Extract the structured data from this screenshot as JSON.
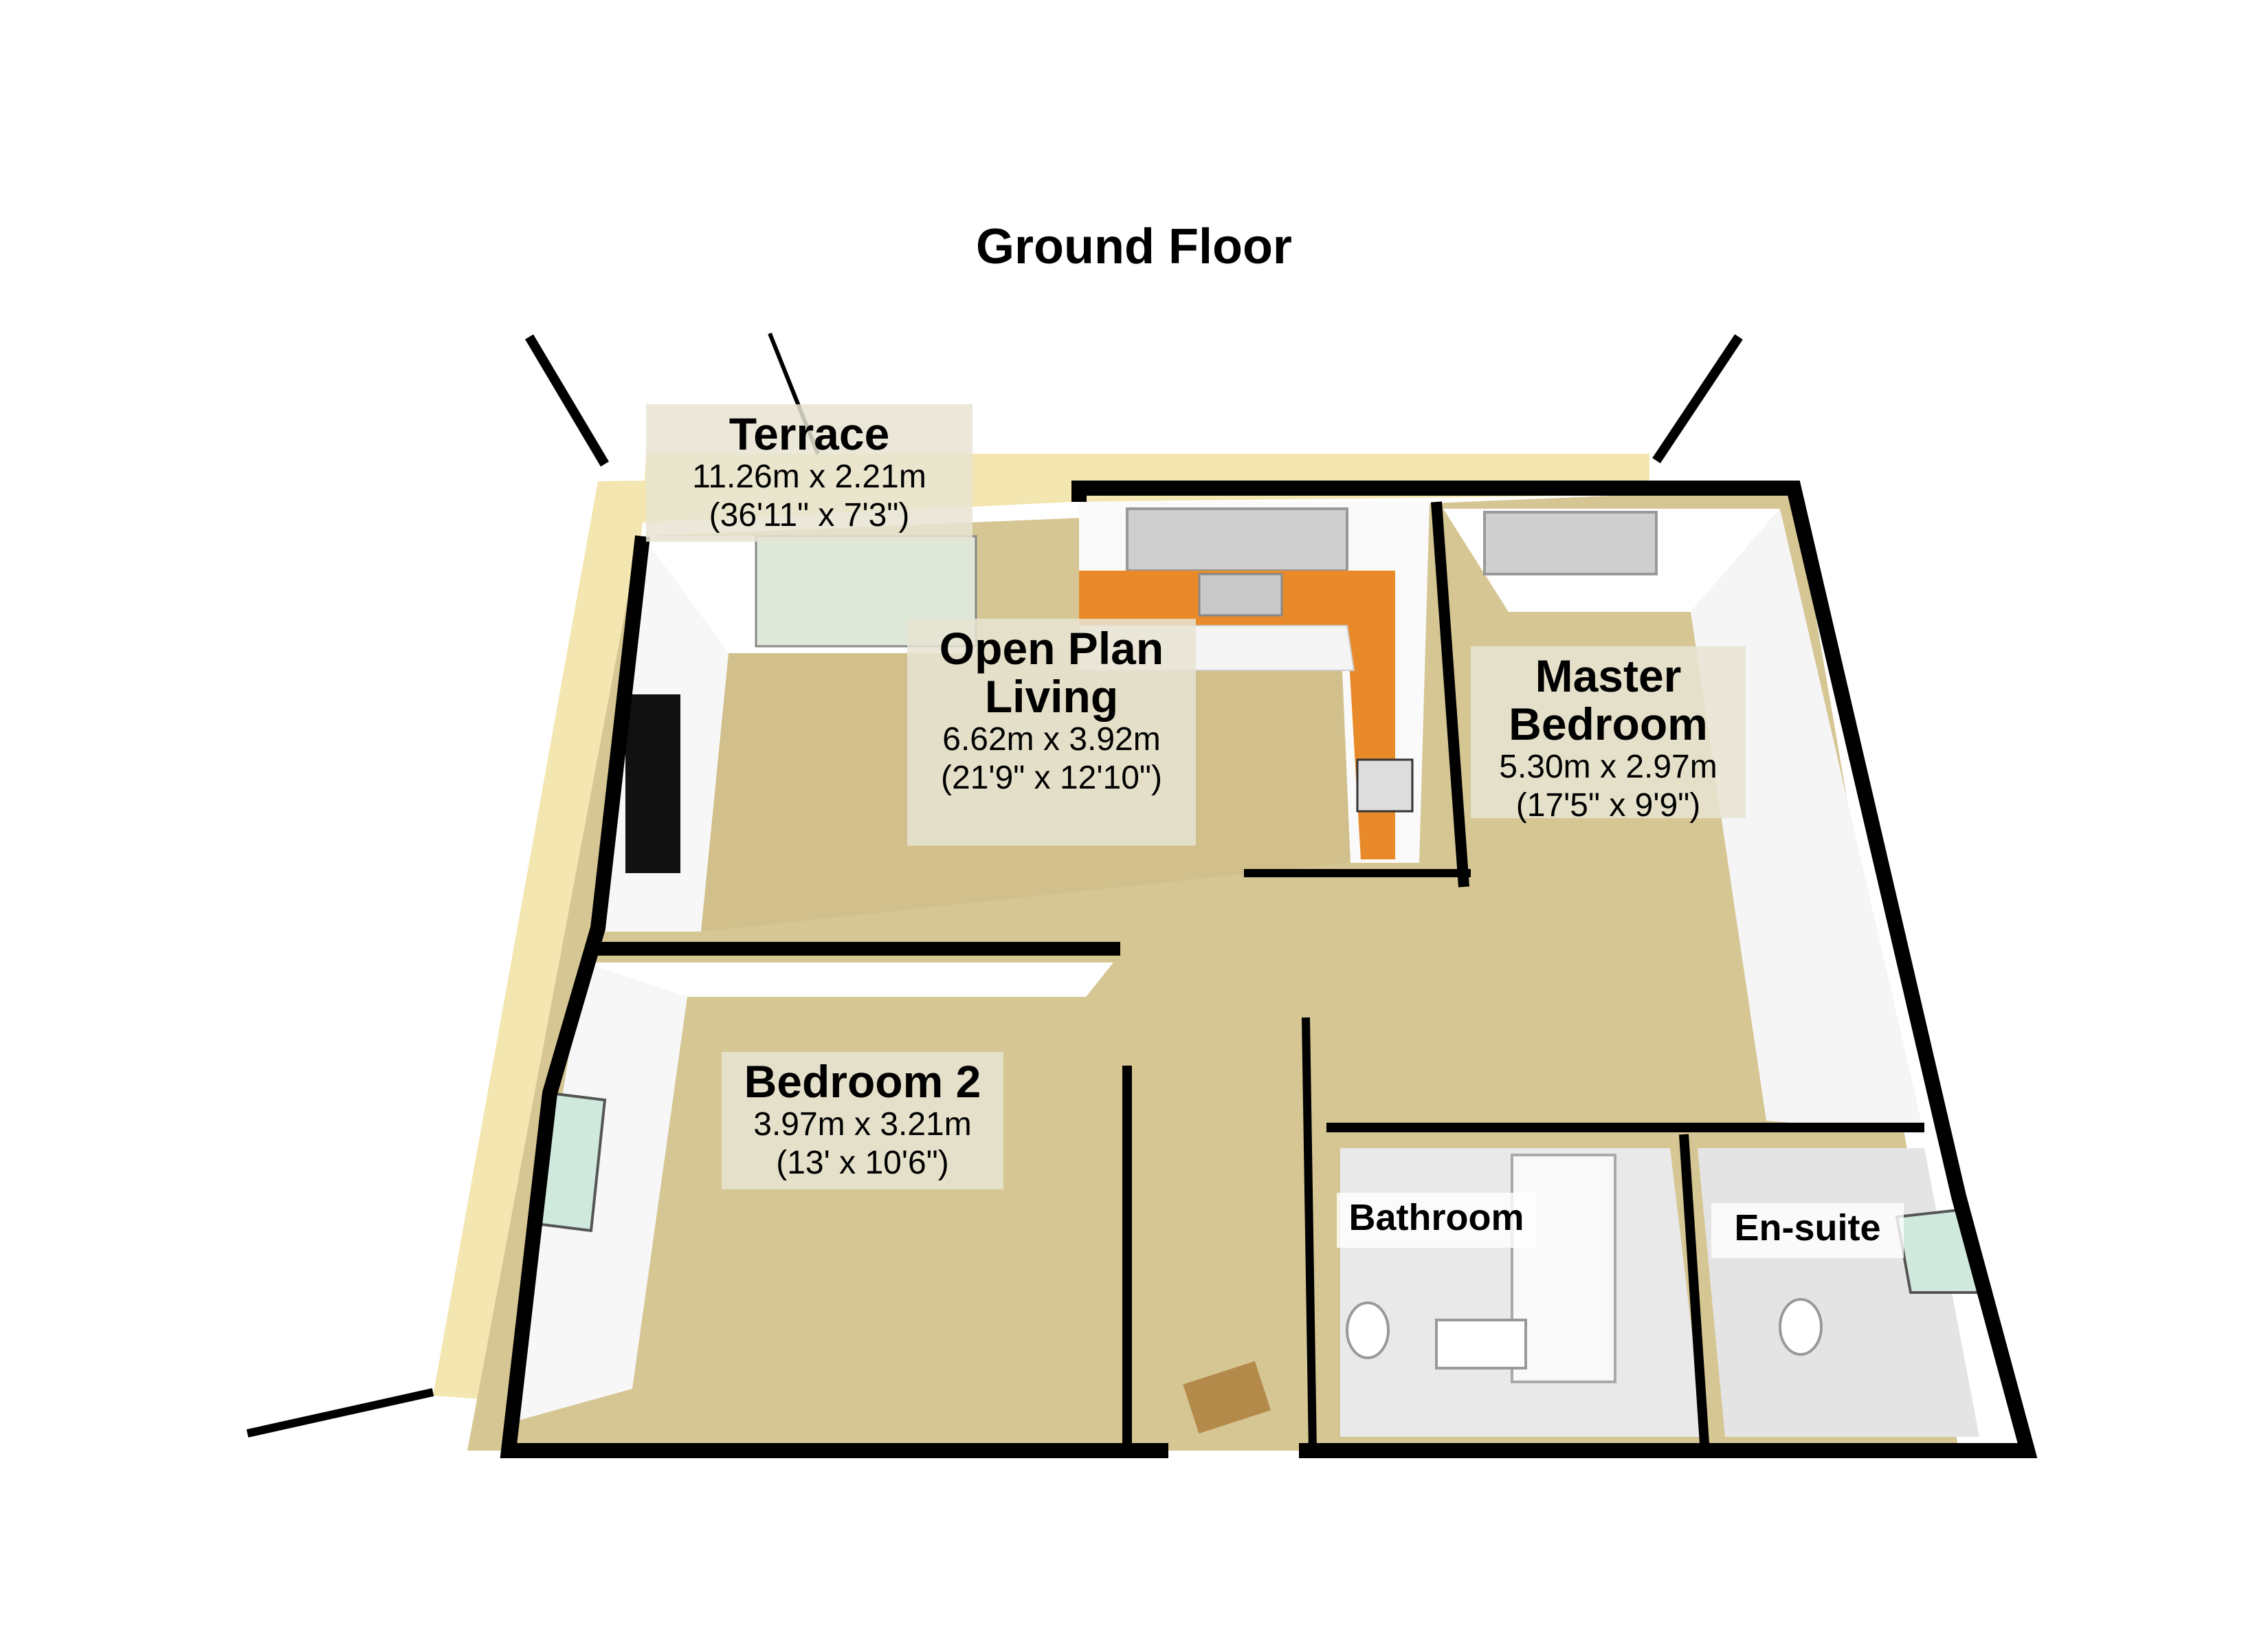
{
  "title": "Ground Floor",
  "rooms": {
    "terrace": {
      "name": "Terrace",
      "metric": "11.26m x 2.21m",
      "imperial": "(36'11\" x 7'3\")"
    },
    "living": {
      "name": "Open Plan Living",
      "metric": "6.62m x 3.92m",
      "imperial": "(21'9\" x 12'10\")"
    },
    "master": {
      "name": "Master Bedroom",
      "metric": "5.30m x 2.97m",
      "imperial": "(17'5\" x 9'9\")"
    },
    "bedroom2": {
      "name": "Bedroom 2",
      "metric": "3.97m x 3.21m",
      "imperial": "(13' x 10'6\")"
    },
    "bathroom": {
      "name": "Bathroom"
    },
    "ensuite": {
      "name": "En-suite"
    }
  },
  "colors": {
    "carpet": "#d6c694",
    "terrace": "#f3e6b0",
    "kitchen_worktop": "#e98a2a",
    "wall": "#000000",
    "tile": "#e9e9e9",
    "window_glass": "#cfe9dd"
  }
}
